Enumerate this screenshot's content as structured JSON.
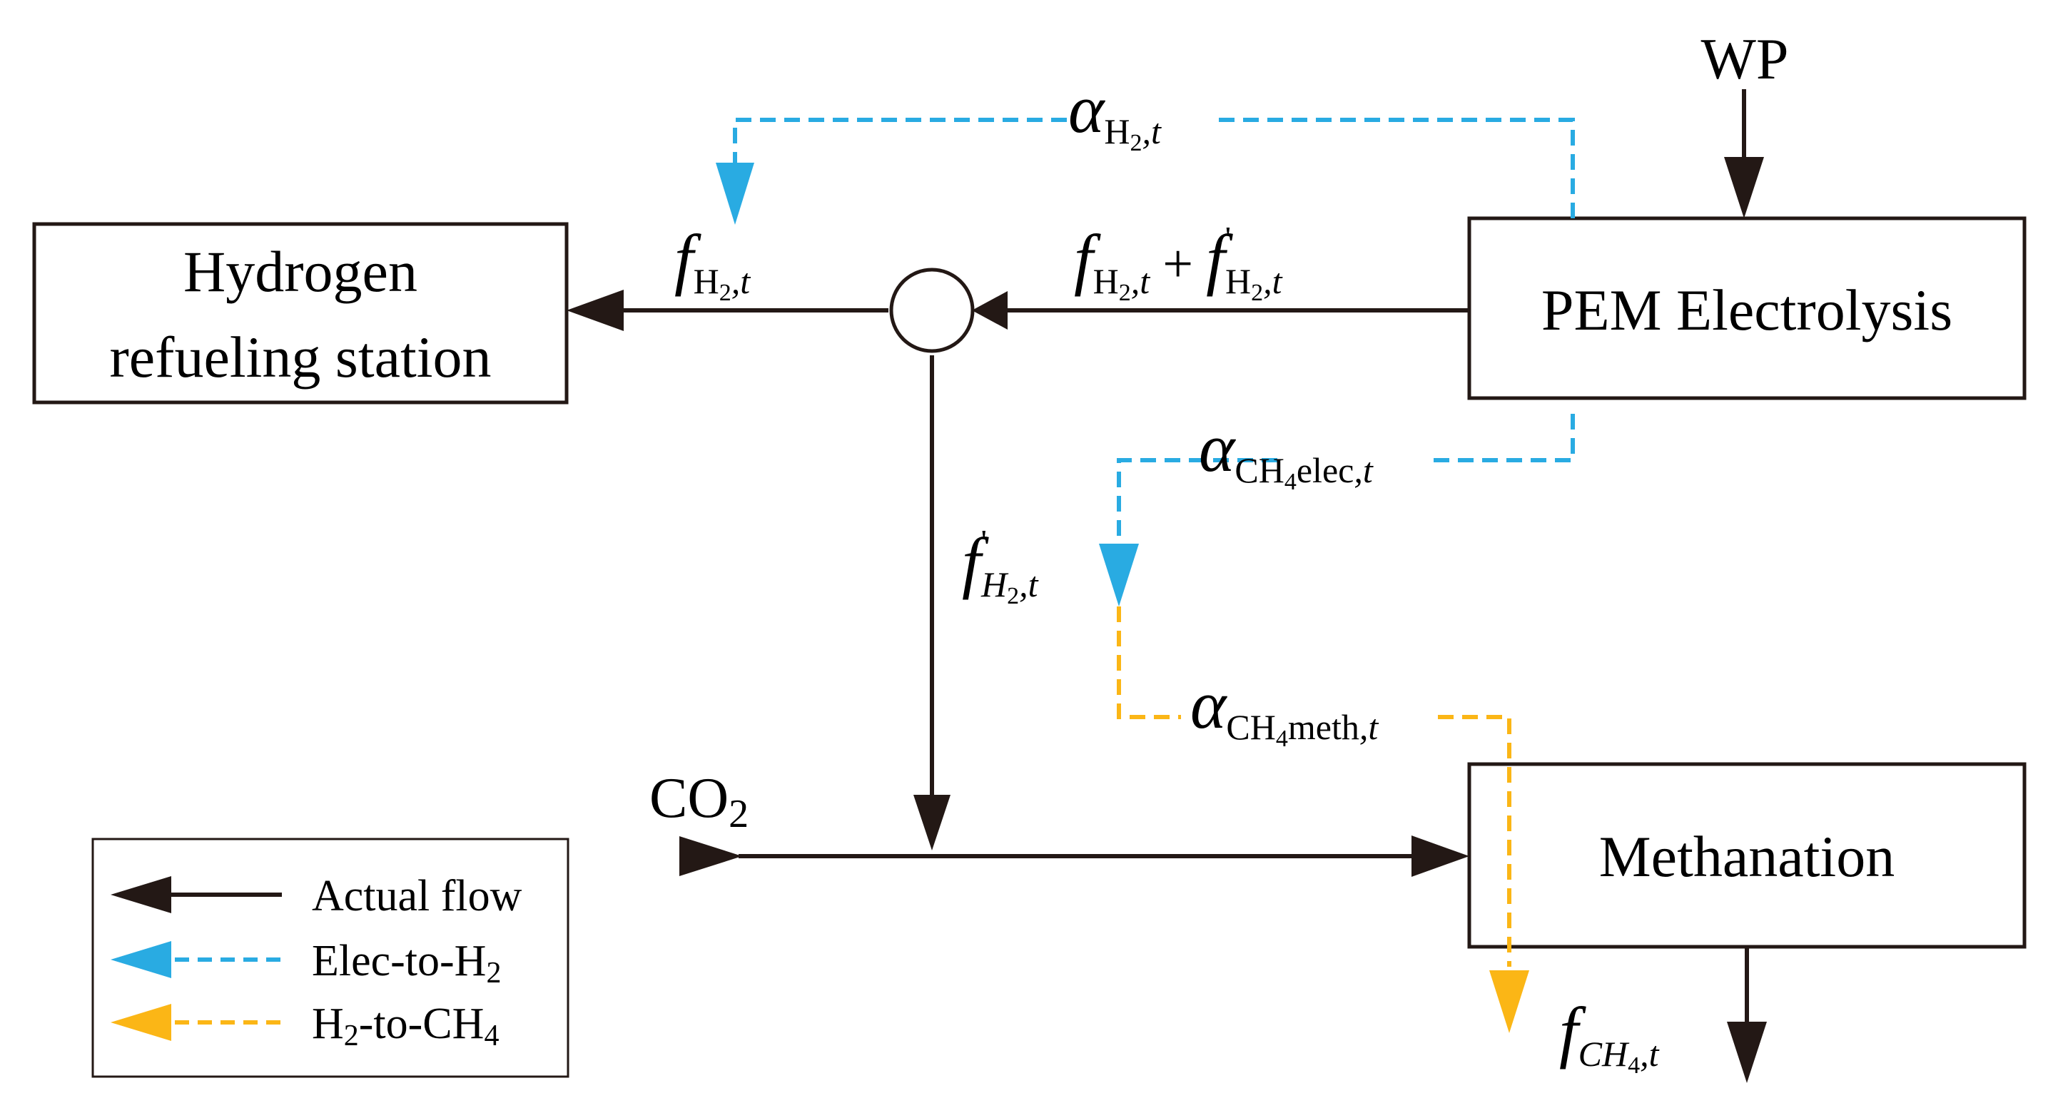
{
  "colors": {
    "actual": "#231815",
    "elec": "#29abe2",
    "h2ch4": "#fbb616"
  },
  "boxes": {
    "hrs_line1": "Hydrogen",
    "hrs_line2": "refueling station",
    "pem": "PEM Electrolysis",
    "meth": "Methanation"
  },
  "inputs": {
    "wp": "WP",
    "co2_main": "CO",
    "co2_sub": "2"
  },
  "labels": {
    "alpha_symbol": "α",
    "f_symbol": "f",
    "f_prime": "'",
    "plus": "+",
    "h2_main": "H",
    "h2_sub": "2",
    "h2_t": ",t",
    "ch4_main": "CH",
    "ch4_sub": "4",
    "elec_suffix": "elec",
    "meth_suffix": "meth",
    "ch4_t": ",t"
  },
  "legend": {
    "actual": "Actual flow",
    "elec_main": "Elec-to-H",
    "elec_sub": "2",
    "h2ch4_h": "H",
    "h2ch4_sub1": "2",
    "h2ch4_mid": "-to-CH",
    "h2ch4_sub2": "4"
  }
}
